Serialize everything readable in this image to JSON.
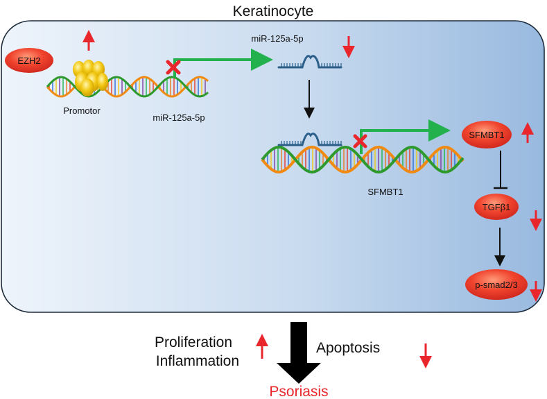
{
  "title": "Keratinocyte",
  "nodes": {
    "ezh2": "EZH2",
    "sfmbt1_node": "SFMBT1",
    "tgfb1": "TGFβ1",
    "psmad": "p-smad2/3"
  },
  "labels": {
    "promotor": "Promotor",
    "mir_gene": "miR-125a-5p",
    "mir_rna": "miR-125a-5p",
    "sfmbt1_gene": "SFMBT1"
  },
  "outcomes": {
    "proliferation": "Proliferation",
    "inflammation": "Inflammation",
    "apoptosis": "Apoptosis",
    "psoriasis": "Psoriasis"
  },
  "colors": {
    "cell_light": "#eef4fb",
    "cell_dark": "#9dbde2",
    "cell_border": "#1d2b3a",
    "node_red": "#e8372c",
    "arrow_red": "#e8262b",
    "arrow_green": "#22b14c",
    "rna_blue": "#2b5f8a",
    "psoriasis_red": "#e8262b"
  }
}
